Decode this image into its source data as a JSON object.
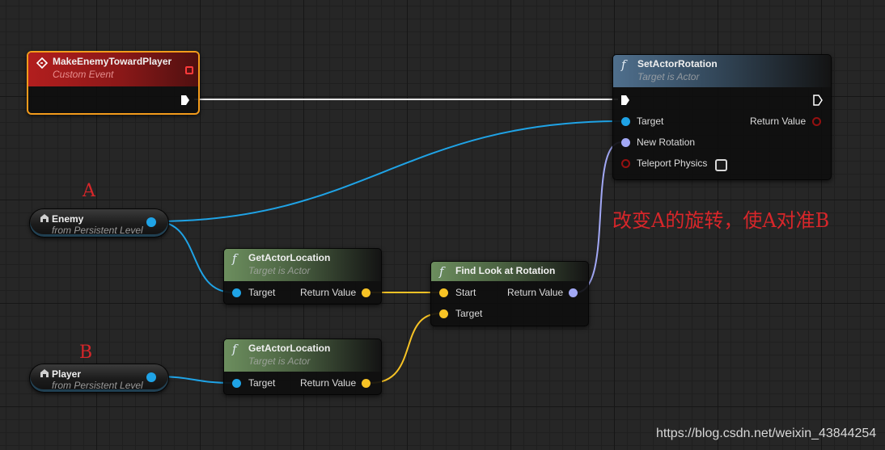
{
  "nodes": {
    "event": {
      "title": "MakeEnemyTowardPlayer",
      "subtitle": "Custom Event"
    },
    "set_rotation": {
      "title": "SetActorRotation",
      "subtitle": "Target is Actor",
      "pins": {
        "target": "Target",
        "return_value": "Return Value",
        "new_rotation": "New Rotation",
        "teleport_physics": "Teleport Physics"
      }
    },
    "enemy_var": {
      "name": "Enemy",
      "subtitle": "from Persistent Level"
    },
    "player_var": {
      "name": "Player",
      "subtitle": "from Persistent Level"
    },
    "get_loc_1": {
      "title": "GetActorLocation",
      "subtitle": "Target is Actor",
      "pins": {
        "target": "Target",
        "return_value": "Return Value"
      }
    },
    "get_loc_2": {
      "title": "GetActorLocation",
      "subtitle": "Target is Actor",
      "pins": {
        "target": "Target",
        "return_value": "Return Value"
      }
    },
    "look_at": {
      "title": "Find Look at Rotation",
      "pins": {
        "start": "Start",
        "target": "Target",
        "return_value": "Return Value"
      }
    }
  },
  "annotations": {
    "label_a": "A",
    "label_b": "B",
    "caption": "改变A的旋转，使A对准B"
  },
  "watermark": "https://blog.csdn.net/weixin_43844254",
  "colors": {
    "object_pin": "#1fa3e6",
    "vector_pin": "#f7c325",
    "rotator_pin": "#a2a8f5",
    "bool_pin": "#951010",
    "exec_pin": "#ffffff",
    "event_border": "#f39b1b",
    "annotation": "#d7262a"
  }
}
